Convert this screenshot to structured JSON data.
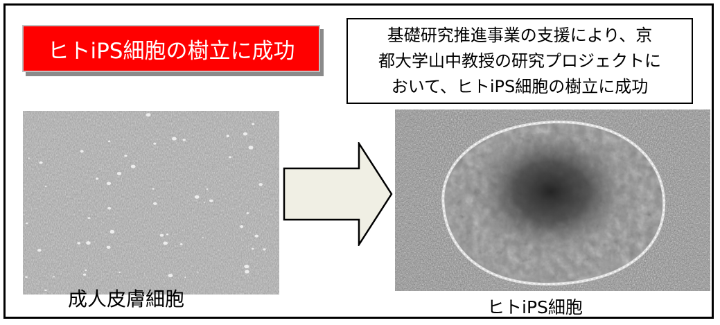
{
  "title": {
    "text": "ヒトiPS細胞の樹立に成功",
    "bg_color": "#ff0000",
    "text_color": "#ffffff"
  },
  "description": {
    "lines": [
      "基礎研究推進事業の支援により、京",
      "都大学山中教授の研究プロジェクトに",
      "おいて、ヒトiPS細胞の樹立に成功"
    ]
  },
  "left_image": {
    "caption": "成人皮膚細胞",
    "icon": "fibroblast-micrograph"
  },
  "right_image": {
    "caption": "ヒトiPS細胞",
    "icon": "ips-colony-micrograph"
  },
  "arrow": {
    "icon": "right-arrow-icon",
    "fill_color": "#f0efe4"
  }
}
